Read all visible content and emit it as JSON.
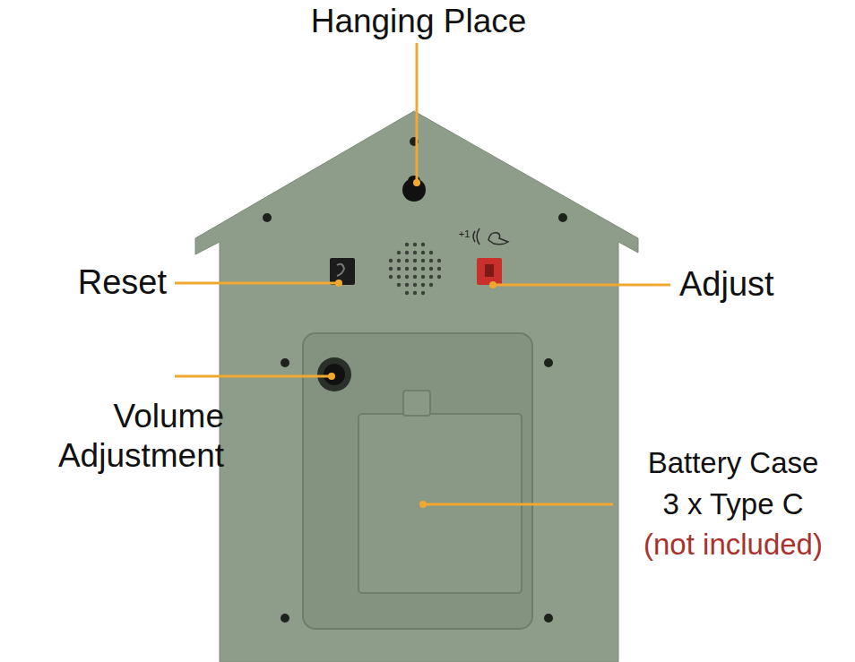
{
  "diagram": {
    "labels": [
      "Hanging Place",
      "+1",
      "Reset",
      "Adjust",
      "Volume Adjustment",
      "Battery Case",
      "3 x Type C",
      "(not included)"
    ]
  }
}
